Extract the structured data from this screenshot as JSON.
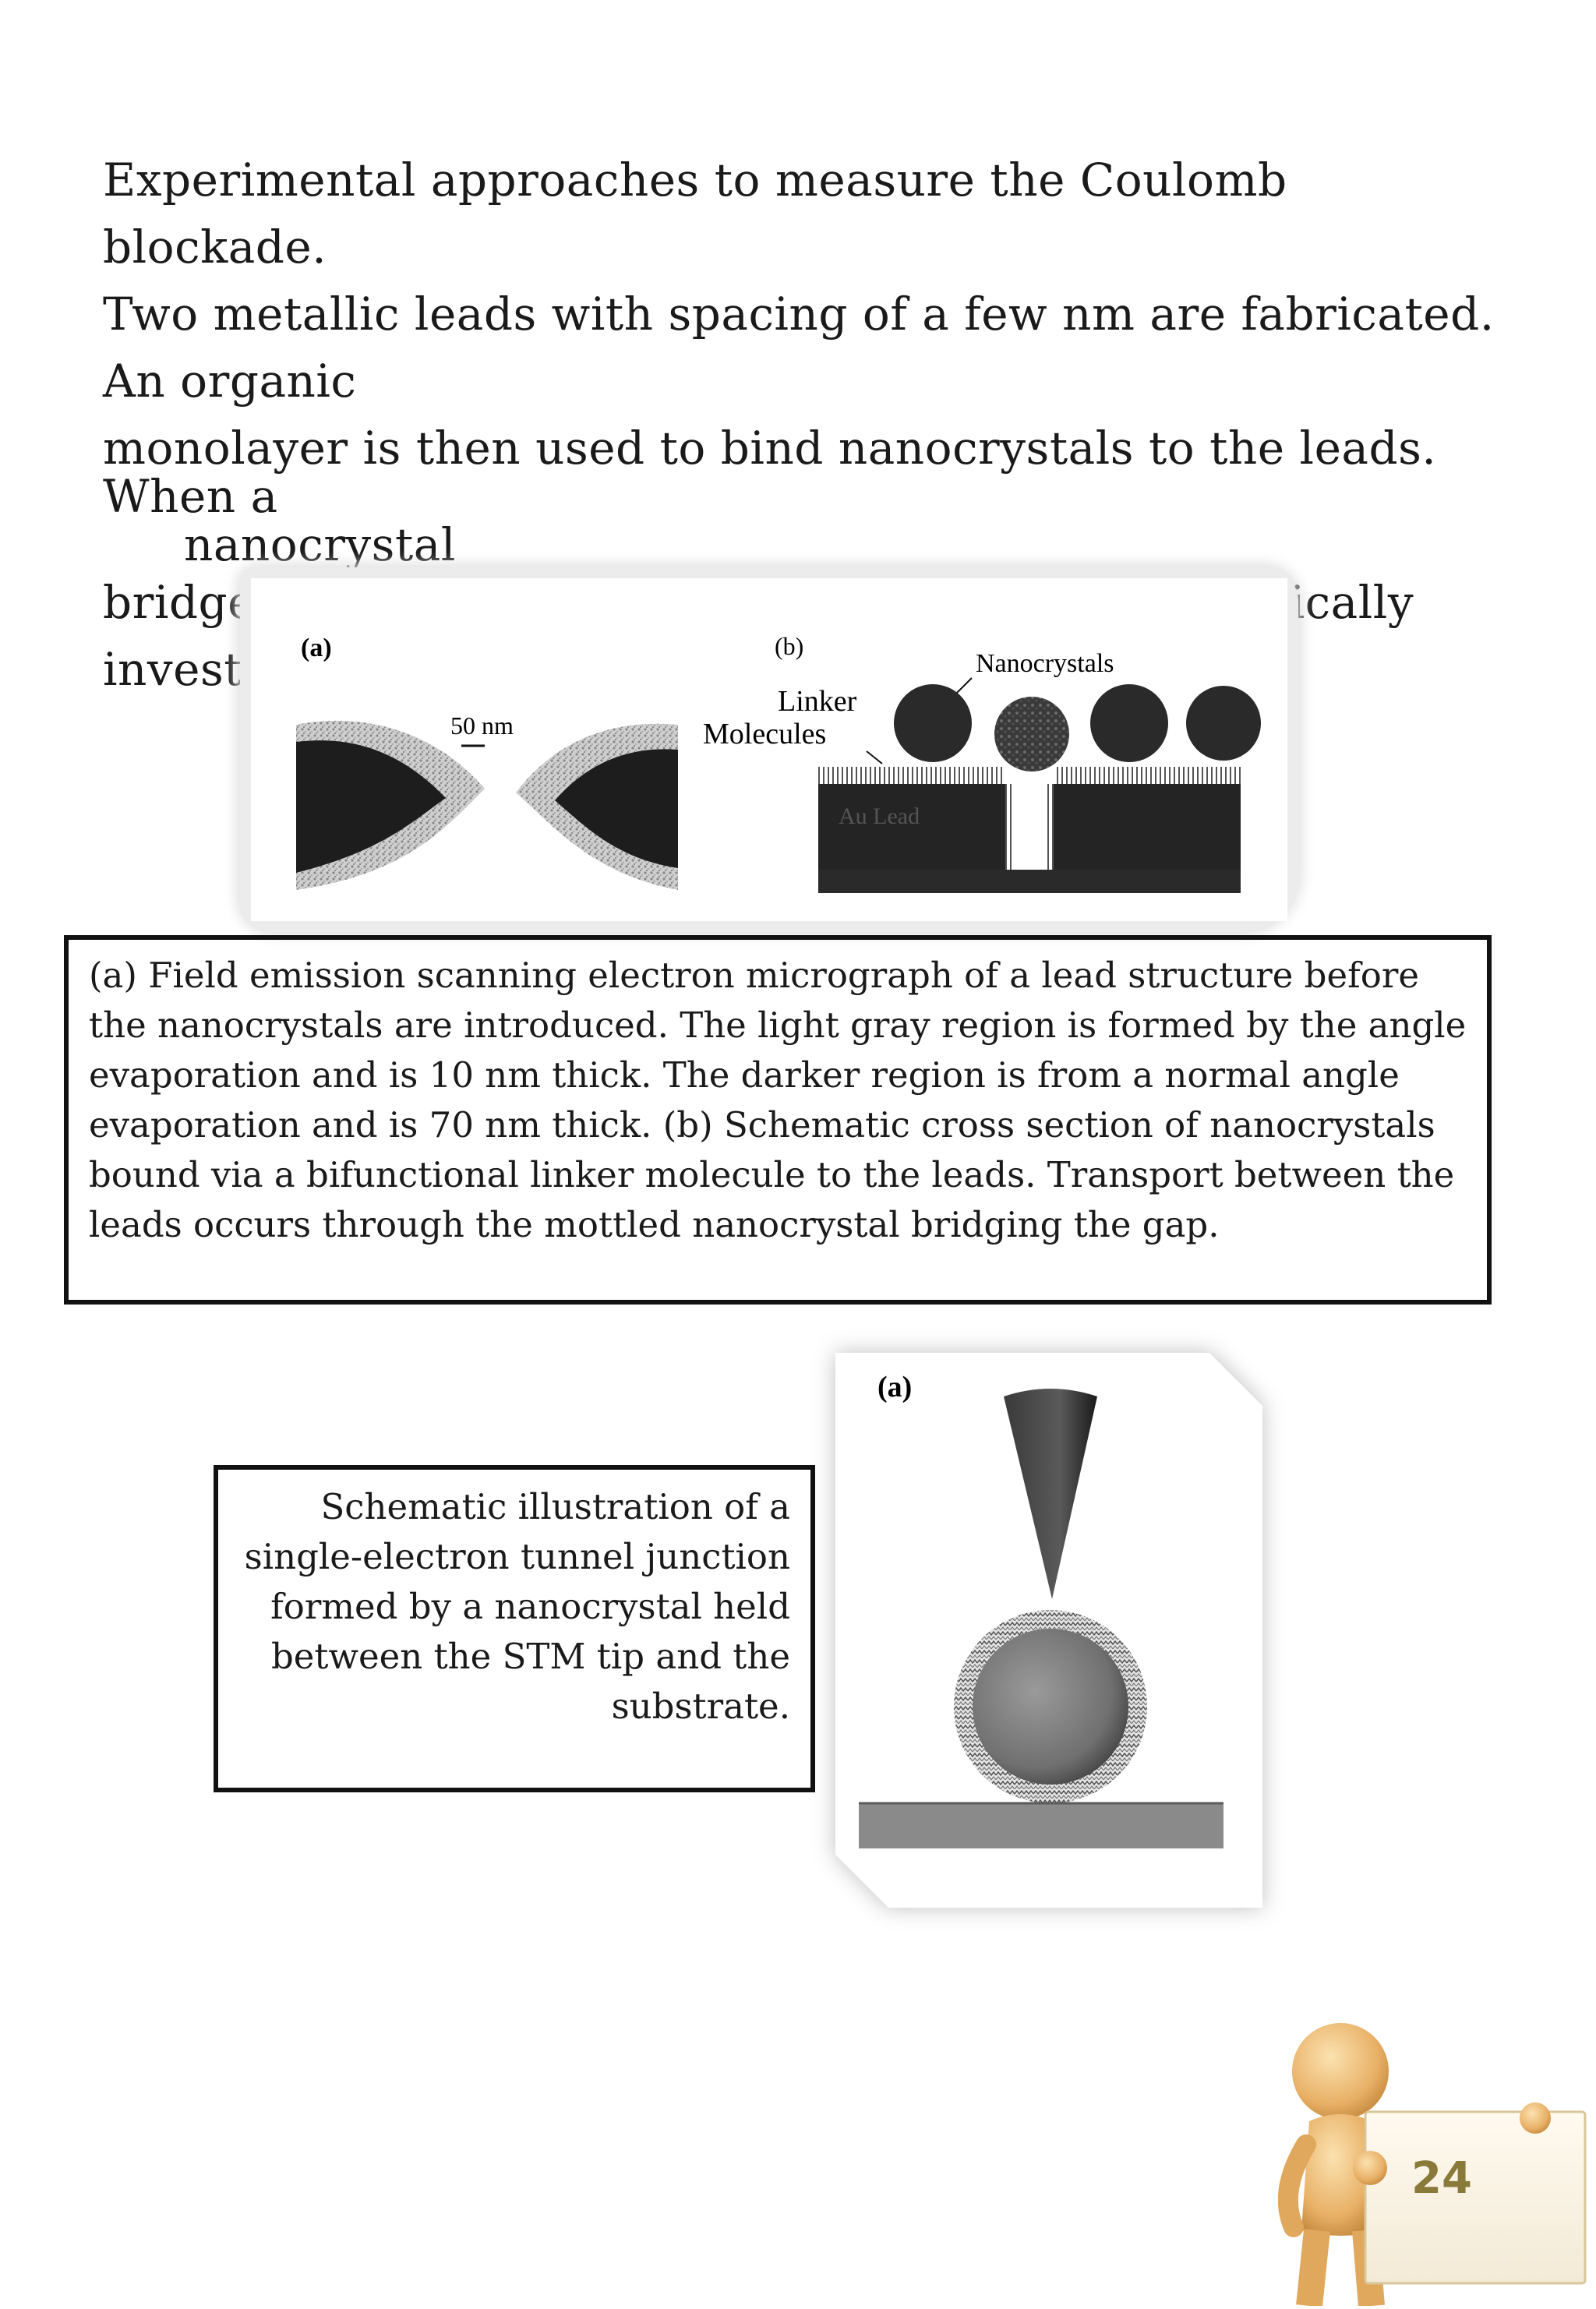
{
  "intro": {
    "line1": "Experimental approaches to measure the Coulomb blockade.",
    "line2": "Two metallic leads with spacing of a few nm are fabricated. An organic",
    "line3a": "monolayer is then used to bind nanocrystals to the leads. When a",
    "line3b": "nanocrystal",
    "line4": "bridges the gap between the leads, it can be electrically investigated."
  },
  "figure1": {
    "panel_a_label": "(a)",
    "scale_label": "50 nm",
    "panel_b_label": "(b)",
    "nanocrystals_label": "Nanocrystals",
    "linker_label_1": "Linker",
    "linker_label_2": "Molecules",
    "lead_label": "Au Lead"
  },
  "caption1": "(a) Field emission scanning electron micrograph of a lead structure before the nanocrystals are introduced. The light gray region is formed by the angle evaporation and is 10 nm thick. The darker region is from a normal angle evaporation and is 70 nm thick. (b) Schematic cross section of nanocrystals bound via a bifunctional linker molecule to the leads. Transport between the leads occurs through the mottled nanocrystal bridging the gap.",
  "caption2": "Schematic illustration of a single-electron tunnel junction formed by a nanocrystal held between the STM tip and the substrate.",
  "figure2": {
    "panel_label": "(a)"
  },
  "page_number": "24"
}
